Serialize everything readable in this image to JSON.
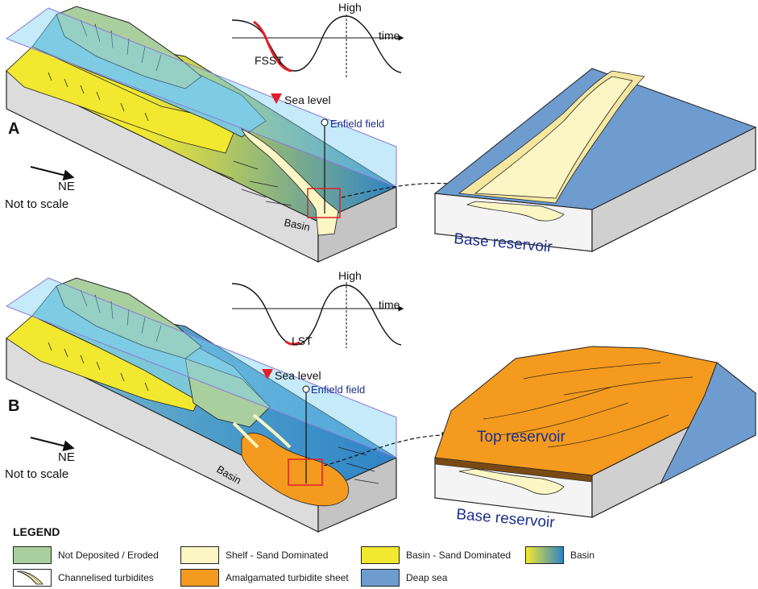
{
  "diagram": {
    "curve": {
      "high_label": "High",
      "time_label": "time"
    },
    "panel_a": {
      "letter": "A",
      "stage_label": "FSST",
      "sea_level_label": "Sea level",
      "well_label": "Enfield field",
      "direction_label": "NE",
      "scale_note": "Not to scale",
      "basin_label": "Basin",
      "zoom_label": "Base reservoir"
    },
    "panel_b": {
      "letter": "B",
      "stage_label": "LST",
      "sea_level_label": "Sea level",
      "well_label": "Enfield field",
      "direction_label": "NE",
      "scale_note": "Not to scale",
      "basin_label": "Basin",
      "zoom_top_label": "Top reservoir",
      "zoom_base_label": "Base reservoir"
    },
    "colors": {
      "eroded": "#a9cf9f",
      "shelf_sand": "#fbf6c3",
      "basin_sand": "#f2e830",
      "basin": "#2e84c6",
      "amalgamated": "#f39a1f",
      "deep_sea": "#6e9ccf",
      "sea_plane": "#7fd0f2",
      "well_box": "#e0202a",
      "label_blue": "#1c2f8a"
    }
  },
  "legend": {
    "title": "LEGEND",
    "items": [
      {
        "key": "eroded",
        "label": "Not Deposited / Eroded"
      },
      {
        "key": "shelf_sand",
        "label": "Shelf - Sand Dominated"
      },
      {
        "key": "basin_sand",
        "label": "Basin - Sand Dominated"
      },
      {
        "key": "basin",
        "label": "Basin"
      },
      {
        "key": "channel",
        "label": "Channelised turbidites"
      },
      {
        "key": "amalgamated",
        "label": "Amalgamated turbidite sheet"
      },
      {
        "key": "deep_sea",
        "label": "Deap sea"
      }
    ]
  }
}
